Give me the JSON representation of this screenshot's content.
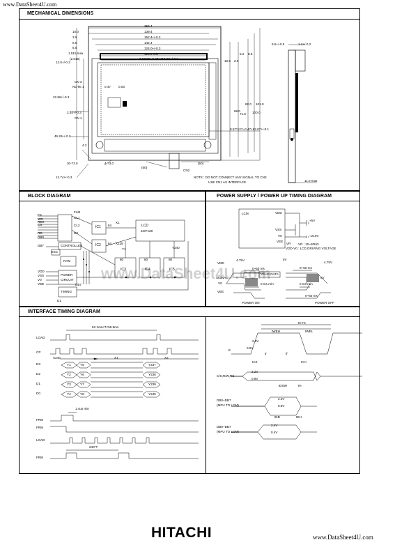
{
  "header_url": "www.DataSheet4U.com",
  "footer_url": "www.DataSheet4U.com",
  "brand": "HITACHI",
  "watermark": "www.DataSheet4U.com",
  "sections": {
    "mechanical": {
      "title": "MECHANICAL DIMENSIONS",
      "dims_top": [
        "159.4",
        "139.4",
        "152.4+/-0.3",
        "142.4",
        "124.0+/-0.3",
        "123.9 min",
        "0.5*239=0.47+119.97+/-0.1"
      ],
      "dims_left": [
        "10.0",
        "3.5",
        "8.5",
        "6.5",
        "1.515 max",
        "(2.015)",
        "12.0+/-0.3",
        "CN 3",
        "NOTE 1",
        "22.86+/-0.3",
        "2.54+/-0.3",
        "CN 1",
        "46.26+/-0.3",
        "4.2",
        "30-?3.0",
        "4-?3.0",
        "12.74+/-0.3"
      ],
      "dims_right": [
        "8.5",
        "5.2",
        "2.0",
        "10.5",
        "82.0",
        "101.0",
        "100.0",
        "68.0",
        "71.5",
        "0.57*127=0.47+63.07+/-0.1"
      ],
      "dims_mid": [
        "0.47",
        "0.03",
        "(50)",
        "(50)",
        "CN2"
      ],
      "side": [
        "6.5+/-0.5",
        "1.2+/-0.2",
        "11.0 max"
      ],
      "note": [
        "NOTE :   DO NOT CONNECT ANY SIGNAL TO CN3",
        "USE CN1 AS INTERFACE"
      ]
    },
    "block": {
      "title": "BLOCK DIAGRAM",
      "pins": [
        "FLM",
        "CL1",
        "CL2",
        "D0",
        "WR",
        "RD",
        "CS",
        "RES",
        "DB0",
        "DB7"
      ],
      "blocks": [
        "IC1",
        "IC2",
        "LCD",
        "240*128",
        "IC3",
        "IC4",
        "IC5",
        "RAM",
        "CONTROLLER",
        "POWER",
        "CIRCUIT",
        "TIMING",
        "OSC"
      ],
      "labels": [
        "64",
        "64",
        "X1",
        "X128",
        "Y1",
        "Y240",
        "80",
        "80",
        "80",
        "VDD",
        "VSS",
        "V0",
        "VEE",
        "FS",
        "D1",
        "DB7"
      ]
    },
    "power": {
      "title": "POWER SUPPLY / POWER UP TIMING DIAGRAM",
      "labels": [
        "LCM",
        "VDD",
        "VSS",
        "V0",
        "VEE",
        "+5V",
        "-15.0V",
        "VR",
        "VR : 10~20KΩ",
        "VDD-V0 : LCD DRIVING VOLTAGE"
      ],
      "timing": [
        "VDD",
        "SIGNAL",
        "V0",
        "VEE",
        "4.75V",
        "0~50 ms",
        "0 ms min",
        "VALID DATA",
        "5V",
        "4.75V",
        "0~50 ms",
        "0 ms min",
        "0~50 ms",
        "5V",
        "POWER ON",
        "POWER OFF"
      ]
    },
    "interface": {
      "title": "INTERFACE TIMING DIAGRAM",
      "left": [
        "52.1ms<T<59.5ms",
        "LOAD",
        "CP",
        "X240",
        "X1",
        "X2",
        "D3",
        "D2",
        "D1",
        "D0",
        "FRM",
        "FRM",
        "LOAD",
        "FRM",
        "1.4us min",
        "240*T"
      ],
      "cells": [
        "Y1",
        "Y5",
        "Y237",
        "Y2",
        "Y6",
        "Y238",
        "Y3",
        "Y7",
        "Y239",
        "Y4",
        "Y8",
        "Y240"
      ],
      "right": [
        "tCYC",
        "tWEH",
        "tWEL",
        "2.2V",
        "0.8V",
        "tr",
        "tf",
        "E",
        "tAS",
        "tAH",
        "C/S,R/W,RS",
        "2.2V",
        "0.8V",
        "tDSW",
        "tH",
        "DB0~DB7",
        "(MPU TO LCM)",
        "2.2V",
        "0.8V",
        "tDD",
        "tDH",
        "DB0~DB7",
        "(MPU TO LCM)",
        "2.4V",
        "0.4V"
      ]
    }
  }
}
